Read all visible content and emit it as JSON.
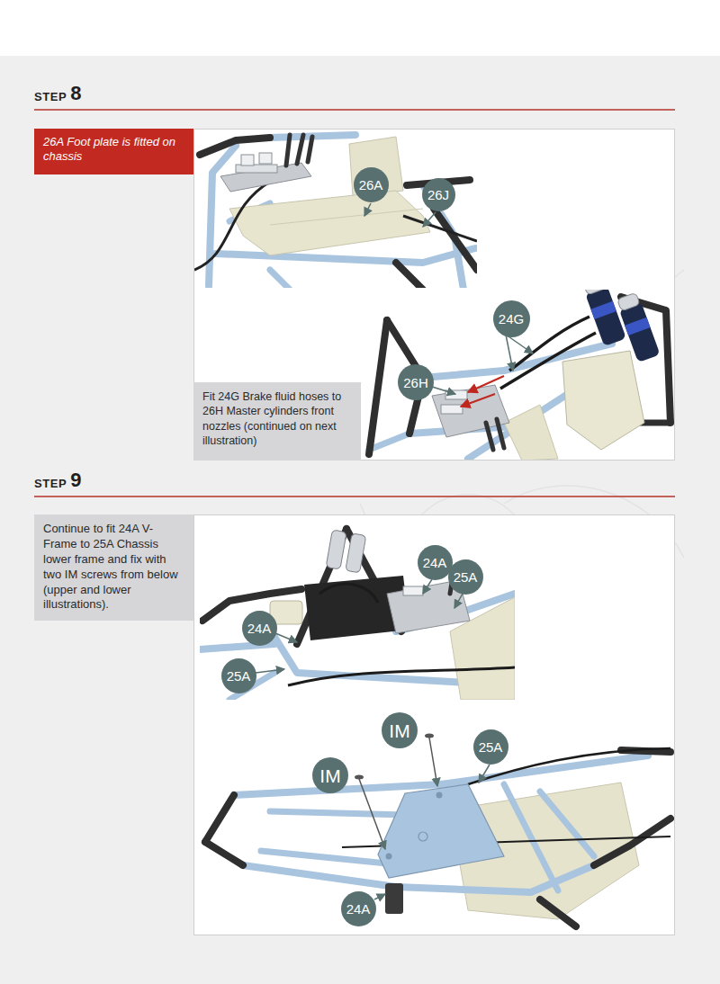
{
  "diagram": {
    "nodes": [
      {
        "text": [
          "26A Foot plate is fitted on chassis"
        ]
      },
      {
        "text": [
          "26A"
        ]
      },
      {
        "text": [
          "26J"
        ]
      },
      {
        "text": [
          "24G"
        ]
      },
      {
        "text": [
          "26H"
        ]
      },
      {
        "text": [
          "Fit 24G Brake fluid hoses to 26H Master cylinders front nozzles (continued on next illustration)"
        ]
      },
      {
        "text": [
          "Continue to fit 24A V-Frame to 25A Chassis lower frame and fix with two IM screws from below (upper and lower illustrations)."
        ]
      },
      {
        "text": [
          "24A"
        ]
      },
      {
        "text": [
          "25A"
        ]
      },
      {
        "text": [
          "24A"
        ]
      },
      {
        "text": [
          "25A"
        ]
      },
      {
        "text": [
          "IM"
        ]
      },
      {
        "text": [
          "25A"
        ]
      },
      {
        "text": [
          "IM"
        ]
      },
      {
        "text": [
          "24A"
        ]
      }
    ],
    "labels": [
      "STEP",
      "8",
      "STEP",
      "9"
    ]
  }
}
